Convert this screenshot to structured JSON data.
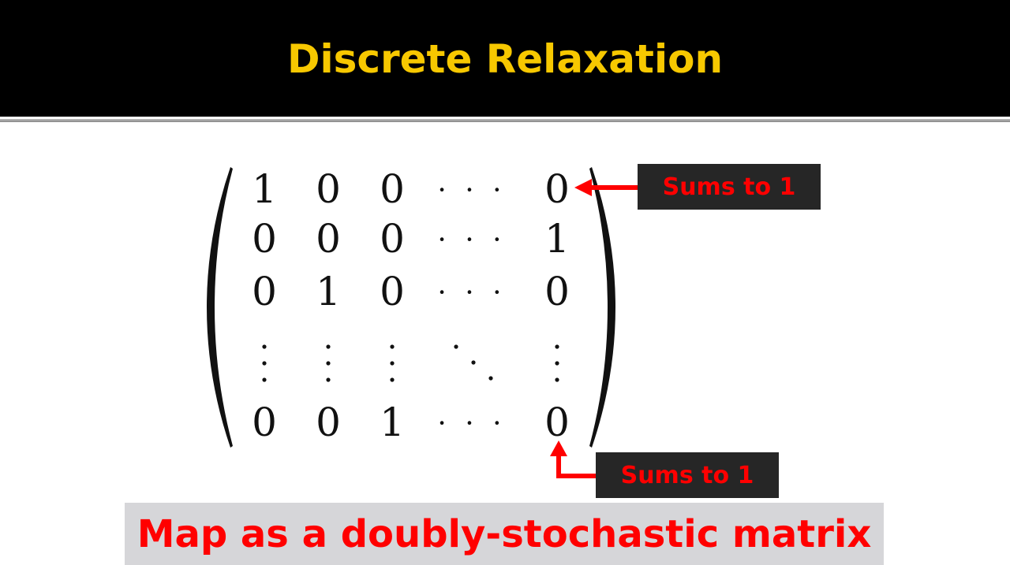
{
  "slide": {
    "title": "Discrete Relaxation",
    "matrix": {
      "rows": [
        [
          "1",
          "0",
          "0",
          "⋯",
          "0"
        ],
        [
          "0",
          "0",
          "0",
          "⋯",
          "1"
        ],
        [
          "0",
          "1",
          "0",
          "⋯",
          "0"
        ],
        [
          "⋮",
          "⋮",
          "⋮",
          "⋱",
          "⋮"
        ],
        [
          "0",
          "0",
          "1",
          "⋯",
          "0"
        ]
      ]
    },
    "callout_row": "Sums to 1",
    "callout_column": "Sums to 1",
    "footer": "Map as a doubly-stochastic matrix",
    "colors": {
      "title": "#f7c800",
      "accent": "#ff0000",
      "callout_bg": "#262626",
      "footer_bg": "#d6d6d9"
    }
  }
}
